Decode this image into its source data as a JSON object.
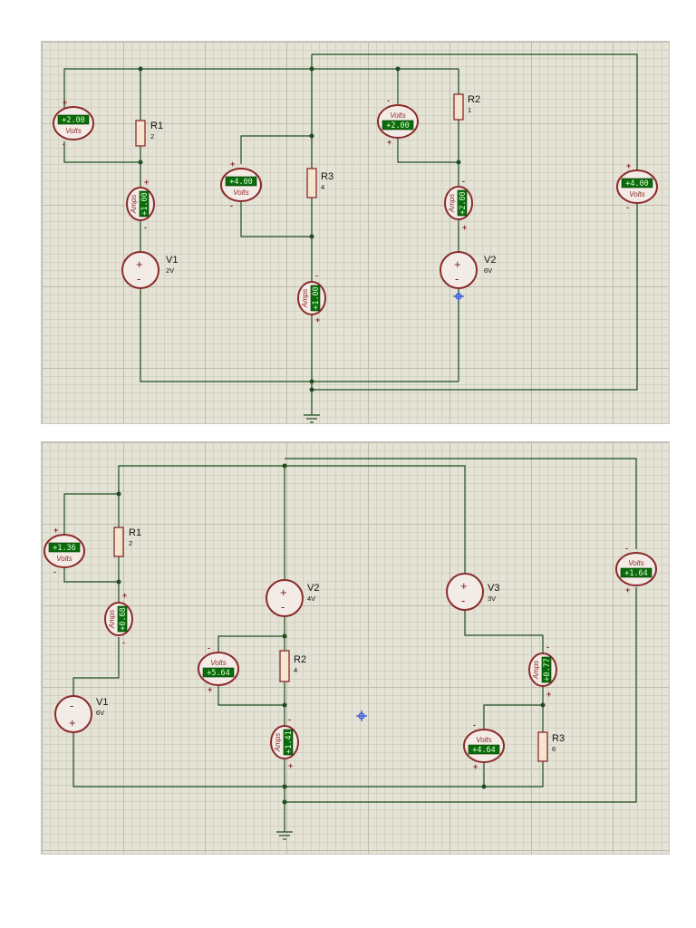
{
  "top": {
    "r1": {
      "name": "R1",
      "value": "2"
    },
    "r2": {
      "name": "R2",
      "value": "1"
    },
    "r3": {
      "name": "R3",
      "value": "4"
    },
    "v1": {
      "name": "V1",
      "value": "2V"
    },
    "v2": {
      "name": "V2",
      "value": "6V"
    },
    "volt_r1": {
      "reading": "+2.00",
      "unit": "Volts"
    },
    "volt_r3": {
      "reading": "+4.00",
      "unit": "Volts"
    },
    "volt_r2": {
      "reading": "+2.00",
      "unit": "Volts"
    },
    "volt_right": {
      "reading": "+4.00",
      "unit": "Volts"
    },
    "amp_left": {
      "reading": "+1.00",
      "unit": "Amps"
    },
    "amp_mid": {
      "reading": "+1.00",
      "unit": "Amps"
    },
    "amp_right": {
      "reading": "+2.00",
      "unit": "Amps"
    }
  },
  "bottom": {
    "r1": {
      "name": "R1",
      "value": "2"
    },
    "r2": {
      "name": "R2",
      "value": "4"
    },
    "r3": {
      "name": "R3",
      "value": "6"
    },
    "v1": {
      "name": "V1",
      "value": "6V"
    },
    "v2": {
      "name": "V2",
      "value": "4V"
    },
    "v3": {
      "name": "V3",
      "value": "3V"
    },
    "volt_r1": {
      "reading": "+1.36",
      "unit": "Volts"
    },
    "volt_r2": {
      "reading": "+5.64",
      "unit": "Volts"
    },
    "volt_r3": {
      "reading": "+4.64",
      "unit": "Volts"
    },
    "volt_right": {
      "reading": "+1.64",
      "unit": "Volts"
    },
    "amp_left": {
      "reading": "+0.68",
      "unit": "Amps"
    },
    "amp_mid": {
      "reading": "+1.41",
      "unit": "Amps"
    },
    "amp_right": {
      "reading": "+0.77",
      "unit": "Amps"
    }
  },
  "polarity": {
    "plus": "+",
    "minus": "-"
  }
}
